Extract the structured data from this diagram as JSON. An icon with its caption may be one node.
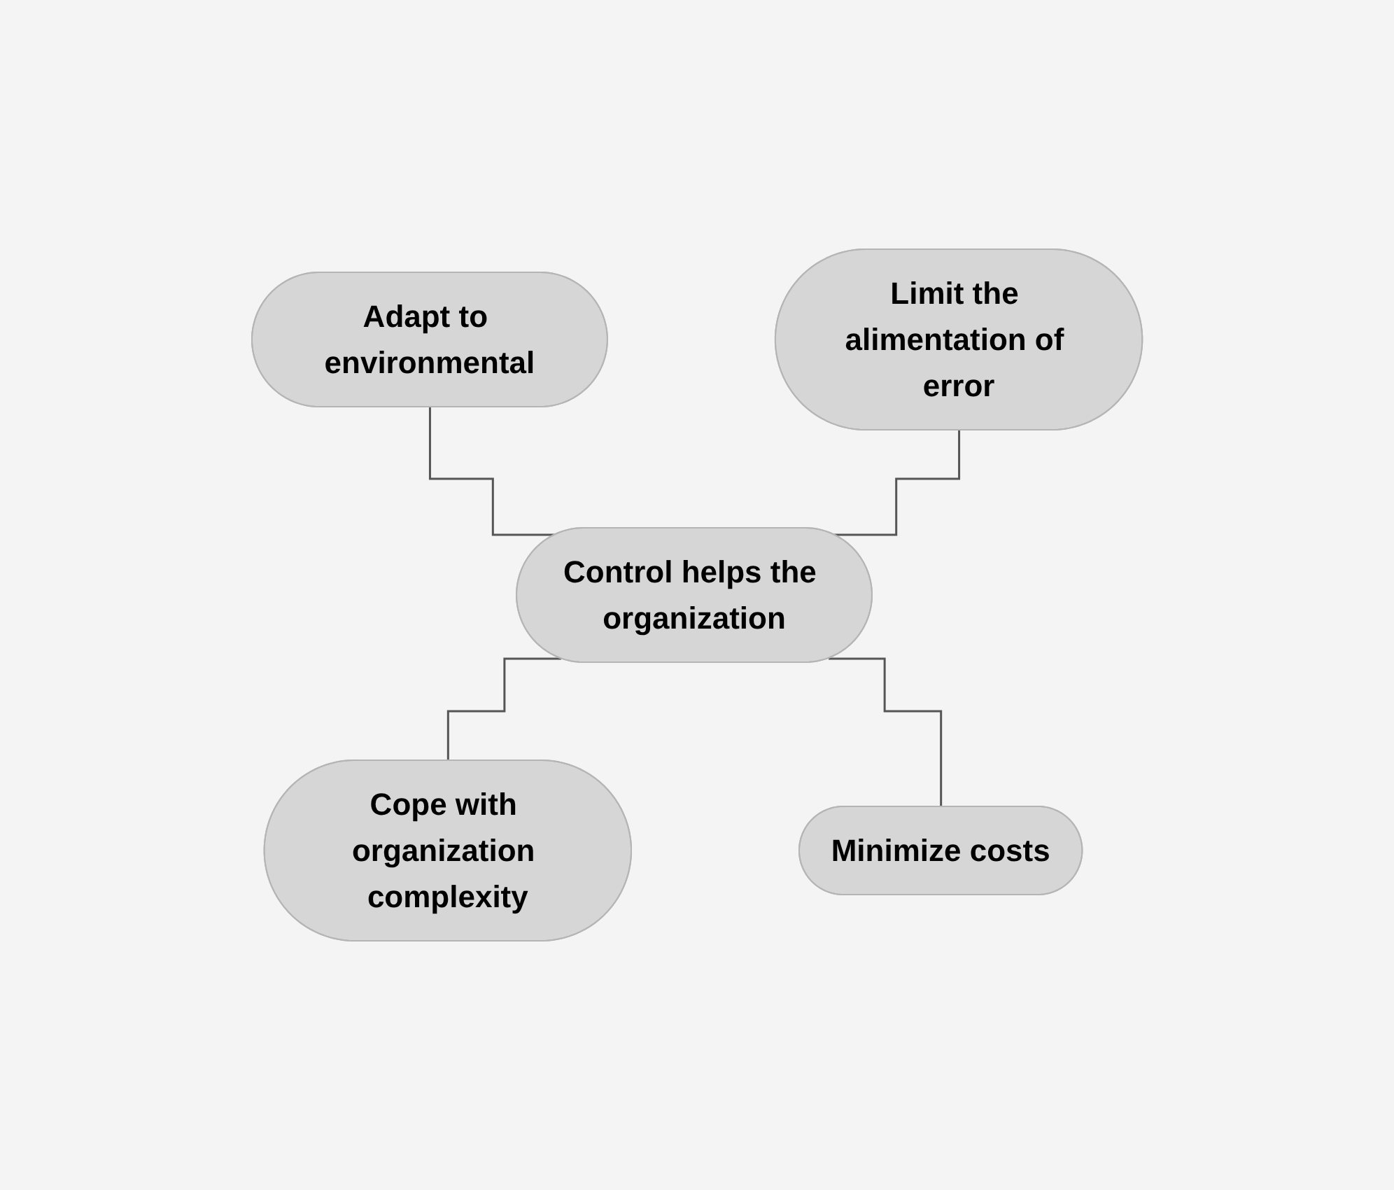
{
  "diagram": {
    "nodes": [
      {
        "text": [
          "Adapt to environmental"
        ]
      },
      {
        "text": [
          "Limit the alimentation of error"
        ]
      },
      {
        "text": [
          "Control helps the organization"
        ]
      },
      {
        "text": [
          "Cope with organization complexity"
        ]
      },
      {
        "text": [
          "Minimize costs"
        ]
      }
    ],
    "edges": [
      {
        "from": 0,
        "to": 2,
        "arrow": "none"
      },
      {
        "from": 1,
        "to": 2,
        "arrow": "none"
      },
      {
        "from": 2,
        "to": 3,
        "arrow": "none"
      },
      {
        "from": 2,
        "to": 4,
        "arrow": "none"
      }
    ]
  }
}
